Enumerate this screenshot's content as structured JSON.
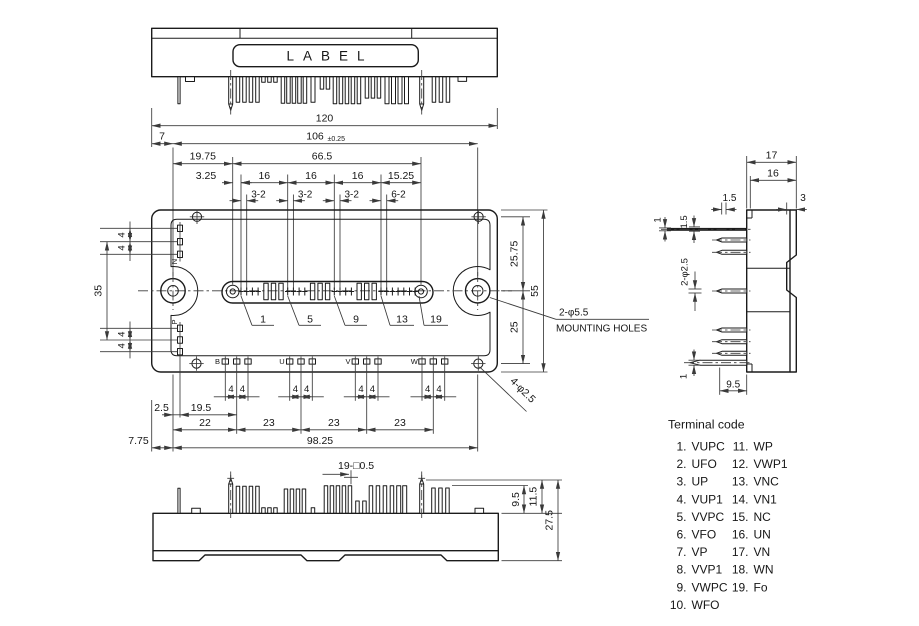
{
  "top_view": {
    "label": "LABEL"
  },
  "dims": {
    "d120": "120",
    "d7": "7",
    "d106": "106",
    "tol": "±0.25",
    "d19_75": "19.75",
    "d66_5": "66.5",
    "d3_25": "3.25",
    "d16": "16",
    "d15_25": "15.25",
    "d3_2": "3-2",
    "d6_2": "6-2",
    "d4": "4",
    "d35": "35",
    "d25_75": "25.75",
    "d55": "55",
    "d25": "25",
    "d2_5": "2.5",
    "d19_5": "19.5",
    "d22": "22",
    "d23": "23",
    "d7_75": "7.75",
    "d98_25": "98.25",
    "d19_sq": "19-□0.5",
    "d9_5": "9.5",
    "d11_5": "11.5",
    "d27_5": "27.5",
    "d17": "17",
    "d1_5": "1.5",
    "d3": "3",
    "d1": "1",
    "d2_phi25": "2-φ2.5"
  },
  "front_view": {
    "pin_numbers": [
      "1",
      "5",
      "9",
      "13",
      "19"
    ],
    "n_label": "N",
    "p_label": "P",
    "phase_labels": [
      "B",
      "U",
      "V",
      "W"
    ],
    "callout_mount_qty": "2-φ5.5",
    "callout_mount_name": "MOUNTING HOLES",
    "callout_corner_pins": "4-φ2.5"
  },
  "terminal_code": {
    "title": "Terminal code",
    "col1": [
      [
        "1.",
        "VUPC"
      ],
      [
        "2.",
        "UFO"
      ],
      [
        "3.",
        "UP"
      ],
      [
        "4.",
        "VUP1"
      ],
      [
        "5.",
        "VVPC"
      ],
      [
        "6.",
        "VFO"
      ],
      [
        "7.",
        "VP"
      ],
      [
        "8.",
        "VVP1"
      ],
      [
        "9.",
        "VWPC"
      ],
      [
        "10.",
        "WFO"
      ]
    ],
    "col2": [
      [
        "11.",
        "WP"
      ],
      [
        "12.",
        "VWP1"
      ],
      [
        "13.",
        "VNC"
      ],
      [
        "14.",
        "VN1"
      ],
      [
        "15.",
        "NC"
      ],
      [
        "16.",
        "UN"
      ],
      [
        "17.",
        "VN"
      ],
      [
        "18.",
        "WN"
      ],
      [
        "19.",
        "Fo"
      ]
    ]
  }
}
